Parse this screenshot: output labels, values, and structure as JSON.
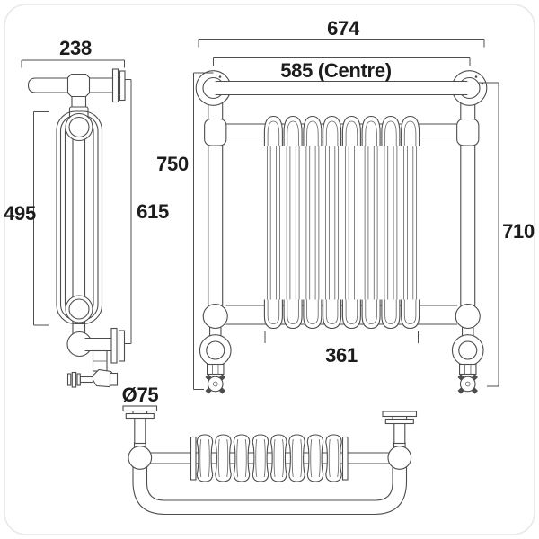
{
  "drawing": {
    "background": "#ffffff",
    "line_color": "#4d4d4d",
    "text_color": "#1c1c1c",
    "radiator_sections": 8,
    "views": [
      "side-view",
      "front-view",
      "plan-view"
    ]
  },
  "dimensions": {
    "side_depth": "238",
    "overall_width": "674",
    "rail_centres": "585 (Centre)",
    "column_height": "495",
    "fixing_centres_height": "615",
    "overall_height": "750",
    "height_to_rail": "710",
    "radiator_width": "361",
    "wall_bracket_diameter": "Ø75"
  }
}
